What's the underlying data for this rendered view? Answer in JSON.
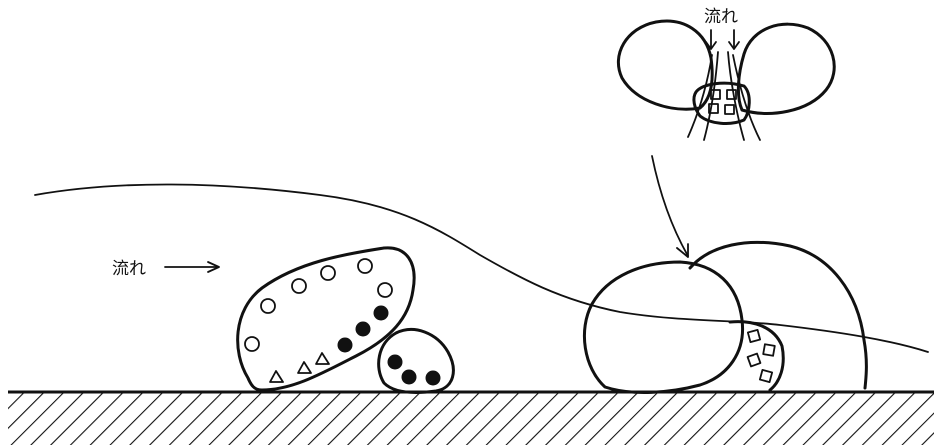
{
  "labels": {
    "flow_main": "流れ",
    "flow_inset": "流れ"
  },
  "legend_symbols": {
    "open_circle_count": 6,
    "filled_circle_count_large_particle": 3,
    "filled_circle_count_small_particle": 3,
    "triangle_count": 3,
    "square_count_inset": 4,
    "square_count_main": 4
  },
  "colors": {
    "ink": "#111111",
    "background": "#ffffff"
  }
}
